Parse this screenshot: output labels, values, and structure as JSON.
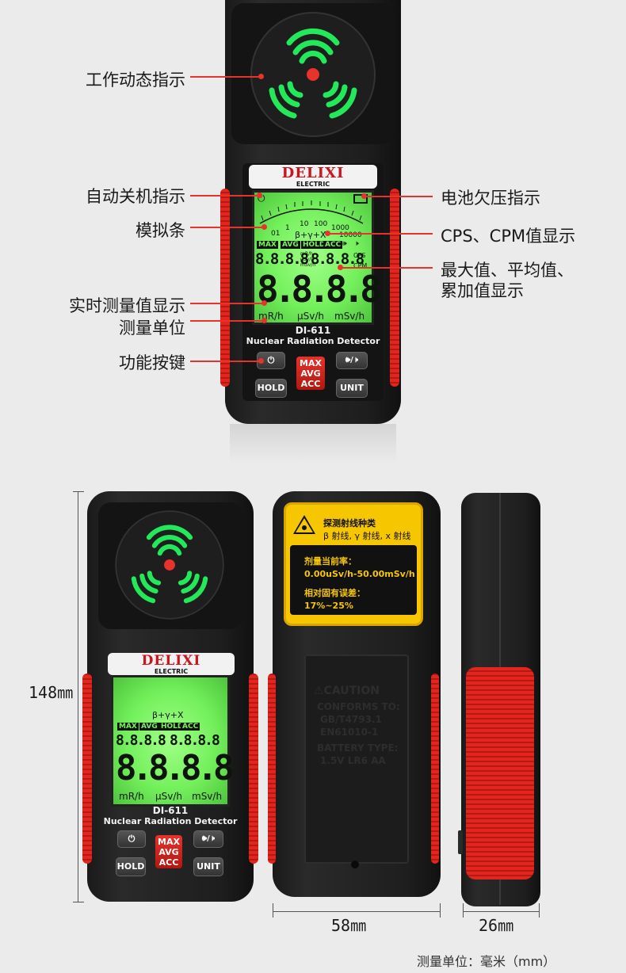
{
  "callouts": {
    "work_indicator": "工作动态指示",
    "auto_off": "自动关机指示",
    "analog_bar": "模拟条",
    "realtime_value": "实时测量值显示",
    "unit_label": "测量单位",
    "function_keys": "功能按键",
    "battery_low": "电池欠压指示",
    "cps_cpm": "CPS、CPM值显示",
    "max_avg_acc_line1": "最大值、平均值、",
    "max_avg_acc_line2": "累加值显示"
  },
  "device": {
    "brand": "DELIXI",
    "brand_sub": "ELECTRIC",
    "model": "DI-611",
    "product": "Nuclear Radiation Detector",
    "lcd": {
      "scale": [
        "01",
        "1",
        "10",
        "100",
        "1000",
        "10000"
      ],
      "formula": "β+γ+X",
      "tags": [
        "MAX",
        "AVG",
        "HOLD",
        "ACC"
      ],
      "small_units": [
        "mR/h",
        "μSv/h",
        "mSv/h"
      ],
      "cps": "CPS",
      "cpm": "CPM",
      "digits_small": "8.8.8.8",
      "digits_big": "8.8.8.8",
      "units": [
        "mR/h",
        "μSv/h",
        "mSv/h"
      ]
    },
    "buttons": {
      "power": "⏻",
      "sound": "🕪/🕨",
      "hold": "HOLD",
      "max": "MAX",
      "avg": "AVG",
      "acc": "ACC",
      "unit": "UNIT"
    }
  },
  "back_label": {
    "title": "探测射线种类",
    "rays": "β 射线, γ 射线, x 射线",
    "rate_title": "剂量当前率：",
    "rate_value": "0.00uSv/h-50.00mSv/h",
    "error_title": "相对固有误差：",
    "error_value": "17%~25%"
  },
  "caution": {
    "title": "⚠CAUTION",
    "lines": [
      "CONFORMS TO:",
      "GB/T4793.1",
      "EN61010-1",
      "BATTERY TYPE:",
      "1.5V LR6 AA"
    ]
  },
  "dimensions": {
    "height": "148㎜",
    "width": "58㎜",
    "depth": "26㎜",
    "unit_note": "测量单位：毫米（mm）"
  },
  "colors": {
    "accent_red": "#e8322b",
    "lcd_green": "#74f05c",
    "warning_yellow": "#f6c600"
  }
}
